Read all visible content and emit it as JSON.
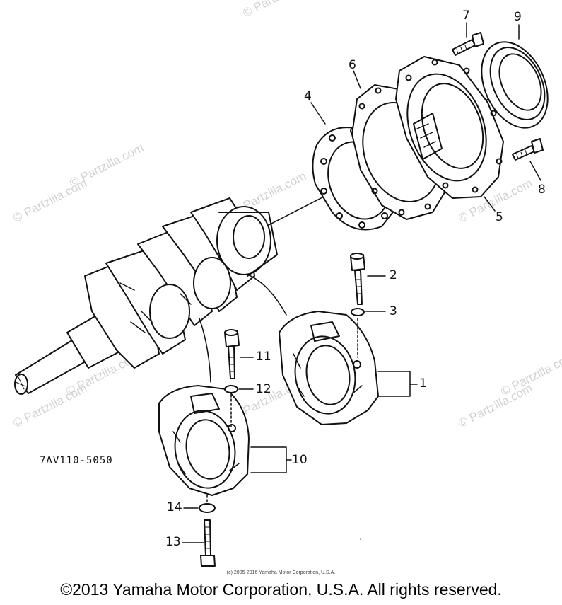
{
  "watermark": {
    "text": "© Partzilla.com",
    "top_text": "© Partzilla.com"
  },
  "callouts": [
    "1",
    "2",
    "3",
    "4",
    "5",
    "6",
    "7",
    "8",
    "9",
    "10",
    "11",
    "12",
    "13",
    "14"
  ],
  "part_code": "7AV110-5050",
  "small_copyright": "(c) 2005-2016 Yamaha Motor Corporation, U.S.A.",
  "footer_copyright": "©2013 Yamaha Motor Corporation, U.S.A. All rights reserved.",
  "colors": {
    "ink": "#111111",
    "watermark": "#d2d2d2",
    "background": "#ffffff"
  }
}
